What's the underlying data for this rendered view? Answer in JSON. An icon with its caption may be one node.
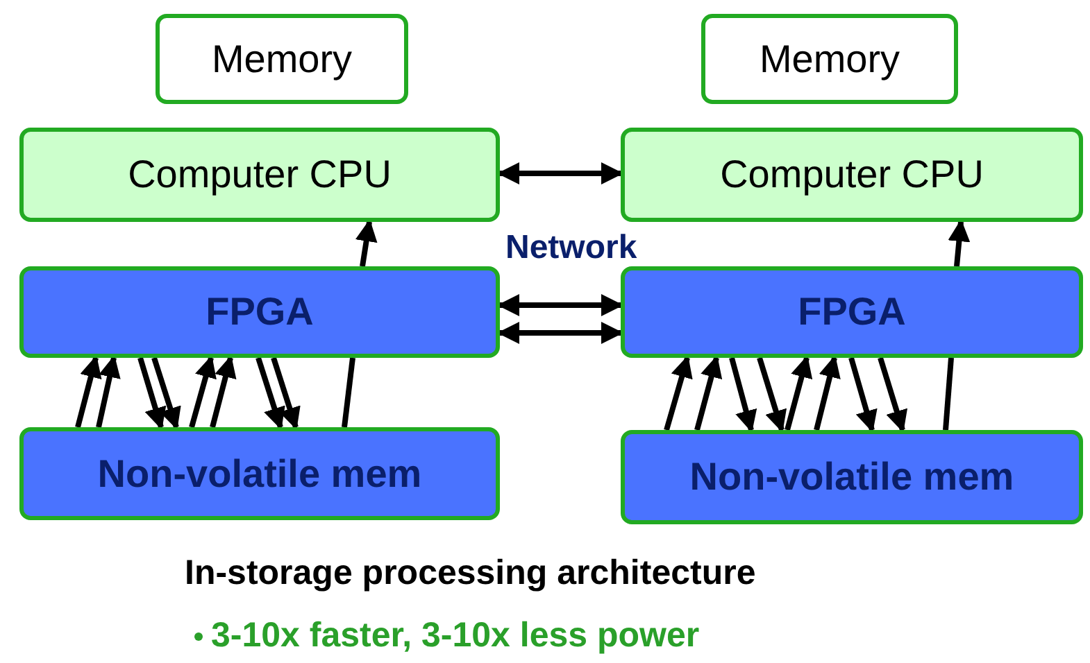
{
  "diagram": {
    "nodes": [
      {
        "text": [
          "Memory"
        ]
      },
      {
        "text": [
          "Computer CPU"
        ]
      },
      {
        "text": [
          "FPGA"
        ]
      },
      {
        "text": [
          "Non-volatile mem"
        ]
      },
      {
        "text": [
          "Memory"
        ]
      },
      {
        "text": [
          "Computer CPU"
        ]
      },
      {
        "text": [
          "FPGA"
        ]
      },
      {
        "text": [
          "Non-volatile mem"
        ]
      }
    ],
    "edges": [
      {
        "from": 1,
        "to": 5,
        "arrow": "both"
      },
      {
        "from": 2,
        "to": 6,
        "arrow": "both",
        "label": "Network"
      },
      {
        "from": 2,
        "to": 6,
        "arrow": "both"
      },
      {
        "from": 2,
        "to": 1,
        "arrow": "to"
      },
      {
        "from": 6,
        "to": 5,
        "arrow": "to"
      },
      {
        "from": 3,
        "to": 2,
        "arrow": "to"
      },
      {
        "from": 3,
        "to": 2,
        "arrow": "to"
      },
      {
        "from": 2,
        "to": 3,
        "arrow": "to"
      },
      {
        "from": 2,
        "to": 3,
        "arrow": "to"
      },
      {
        "from": 3,
        "to": 2,
        "arrow": "to"
      },
      {
        "from": 3,
        "to": 2,
        "arrow": "to"
      },
      {
        "from": 2,
        "to": 3,
        "arrow": "to"
      },
      {
        "from": 2,
        "to": 3,
        "arrow": "to"
      },
      {
        "from": 3,
        "to": 2,
        "arrow": "none"
      },
      {
        "from": 7,
        "to": 6,
        "arrow": "to"
      },
      {
        "from": 7,
        "to": 6,
        "arrow": "to"
      },
      {
        "from": 6,
        "to": 7,
        "arrow": "to"
      },
      {
        "from": 6,
        "to": 7,
        "arrow": "to"
      },
      {
        "from": 7,
        "to": 6,
        "arrow": "to"
      },
      {
        "from": 7,
        "to": 6,
        "arrow": "to"
      },
      {
        "from": 6,
        "to": 7,
        "arrow": "to"
      },
      {
        "from": 6,
        "to": 7,
        "arrow": "to"
      },
      {
        "from": 7,
        "to": 6,
        "arrow": "none"
      }
    ],
    "labels": [
      "In-storage processing architecture",
      "3-10x faster, 3-10x less power"
    ]
  }
}
